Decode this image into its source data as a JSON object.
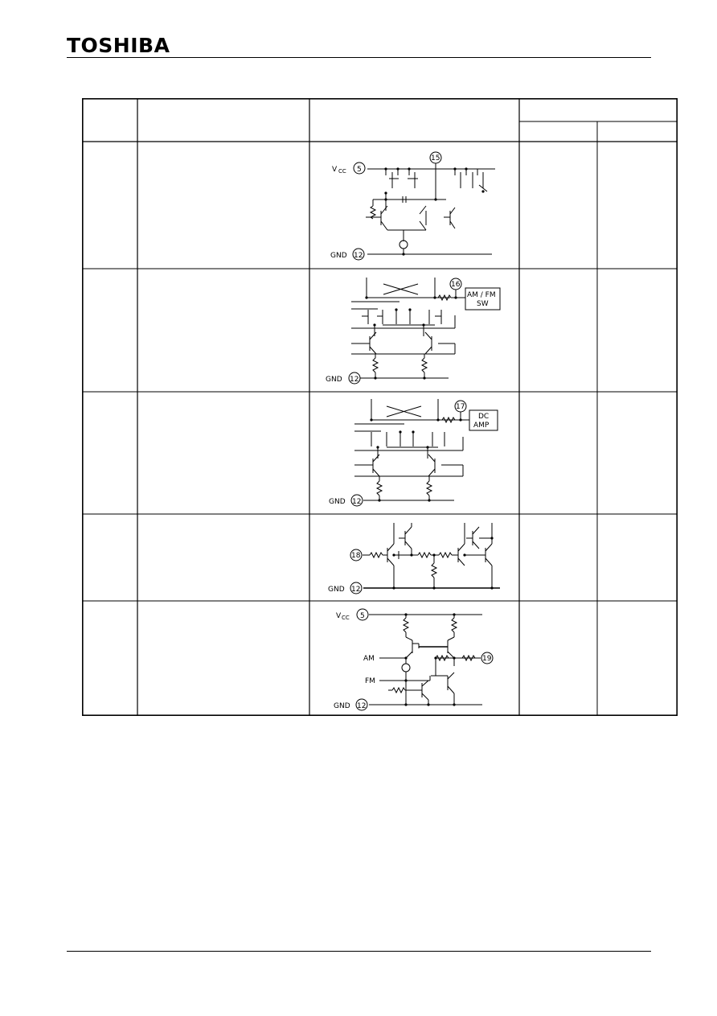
{
  "header": {
    "logo": "TOSHIBA"
  },
  "rows": [
    {
      "labels": {
        "vcc": "V",
        "vcc_sub": "CC",
        "vcc_pin": "5",
        "pin": "15",
        "gnd": "GND",
        "gnd_pin": "12"
      }
    },
    {
      "labels": {
        "pin": "16",
        "box_line1": "AM / FM",
        "box_line2": "SW",
        "gnd": "GND",
        "gnd_pin": "12"
      }
    },
    {
      "labels": {
        "pin": "17",
        "box_line1": "DC",
        "box_line2": "AMP",
        "gnd": "GND",
        "gnd_pin": "12"
      }
    },
    {
      "labels": {
        "pin": "18",
        "gnd": "GND",
        "gnd_pin": "12"
      }
    },
    {
      "labels": {
        "vcc": "V",
        "vcc_sub": "CC",
        "vcc_pin": "5",
        "am": "AM",
        "fm": "FM",
        "pin": "19",
        "gnd": "GND",
        "gnd_pin": "12"
      }
    }
  ]
}
